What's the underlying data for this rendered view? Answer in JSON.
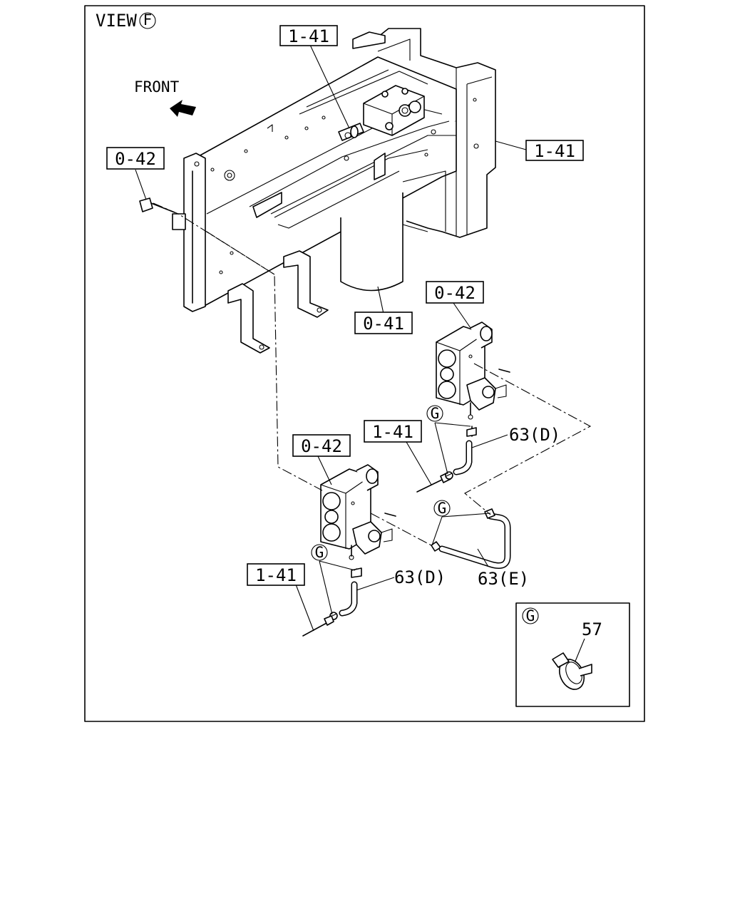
{
  "view": {
    "prefix": "VIEW",
    "letter": "F"
  },
  "front": "FRONT",
  "callouts": {
    "frame_top": "1-41",
    "frame_right": "1-41",
    "bolt_left": "0-42",
    "cylinder": "0-41",
    "valve_upper": "0-42",
    "valve_lower": "0-42",
    "pipe_upper": "1-41",
    "pipe_lower": "1-41",
    "hose_upper": "63(D)",
    "hose_lower": "63(D)",
    "hose_long": "63(E)"
  },
  "clamp_marks": [
    "G",
    "G",
    "G"
  ],
  "detail": {
    "letter": "G",
    "part": "57"
  }
}
